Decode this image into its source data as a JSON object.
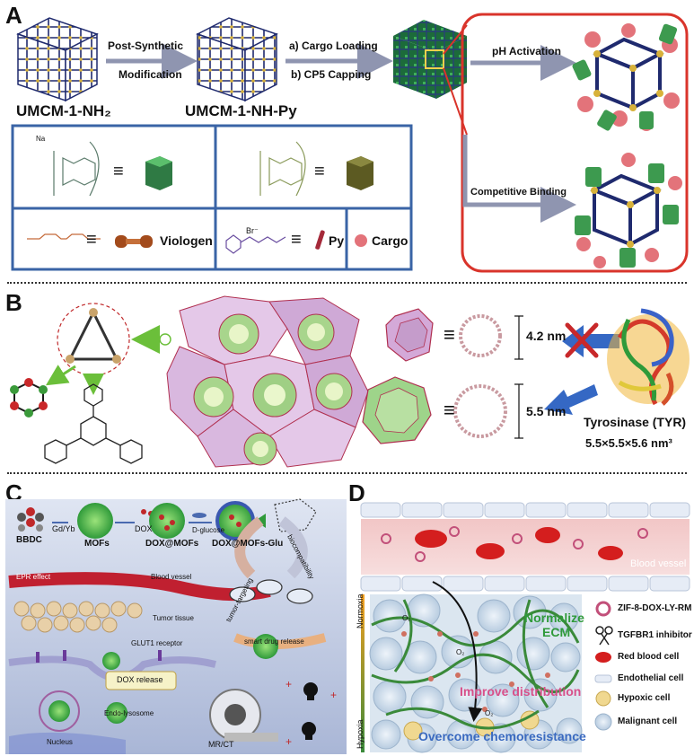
{
  "panels": {
    "a": {
      "letter": "A",
      "umcm_nh2": "UMCM-1-NH₂",
      "umcm_nhpy": "UMCM-1-NH-Py",
      "step1_line1": "Post-Synthetic",
      "step1_line2": "Modification",
      "step2_line1": "a) Cargo Loading",
      "step2_line2": "b) CP5 Capping",
      "ph_activation": "pH Activation",
      "competitive_binding": "Competitive Binding",
      "legend_equiv": "≡",
      "viologen": "Viologen",
      "py": "Py",
      "cargo": "Cargo",
      "br_label": "Br⁻",
      "na_label": "Na"
    },
    "b": {
      "letter": "B",
      "small_cage_size": "4.2 nm",
      "large_cage_size": "5.5 nm",
      "enzyme_name": "Tyrosinase (TYR)",
      "enzyme_size": "5.5×5.5×5.6 nm³",
      "equiv": "≡"
    },
    "c": {
      "letter": "C",
      "bbdc": "BBDC",
      "gd_yb": "Gd/Yb",
      "mofs": "MOFs",
      "dox": "DOX",
      "dox_mofs": "DOX@MOFs",
      "d_glucose": "D-glucose",
      "dox_mofs_glu": "DOX@MOFs-Glu",
      "epr_effect": "EPR effect",
      "blood_vessel": "Blood vessel",
      "tumor_tissue": "Tumor tissue",
      "glut1_receptor": "GLUT1 receptor",
      "dox_release": "DOX release",
      "endo_lysosome": "Endo-lysosome",
      "nucleus": "Nucleus",
      "tumor_targeting": "tumor-targeting",
      "biocompatibility": "biocompatibility",
      "smart_drug_release": "smart drug release",
      "mr_ct": "MR/CT"
    },
    "d": {
      "letter": "D",
      "blood_vessel": "Blood vessel",
      "normoxia": "Normoxia",
      "hypoxia": "Hypoxia",
      "normalize_ecm_1": "Normalize",
      "normalize_ecm_2": "ECM",
      "improve_distribution": "Improve distribution",
      "overcome_chemoresistance": "Overcome chemoresistance",
      "o2": "O₂",
      "legend": [
        {
          "label": "ZIF-8-DOX-LY-RM"
        },
        {
          "label": "TGFBR1 inhibitor"
        },
        {
          "label": "Red blood cell"
        },
        {
          "label": "Endothelial cell"
        },
        {
          "label": "Hypoxic cell"
        },
        {
          "label": "Malignant cell"
        }
      ]
    }
  },
  "colors": {
    "navy": "#1f2a6e",
    "gold": "#d8b23a",
    "green": "#2f8f4a",
    "cargo": "#e3737a",
    "red_box": "#d9342b",
    "blue_box": "#3a64a6",
    "arrow": "#9aa0b8",
    "lilac": "#d8b7dc",
    "lightgreen": "#9ed48a",
    "blue_arrow": "#3568c4",
    "red_cross": "#c8282a"
  }
}
